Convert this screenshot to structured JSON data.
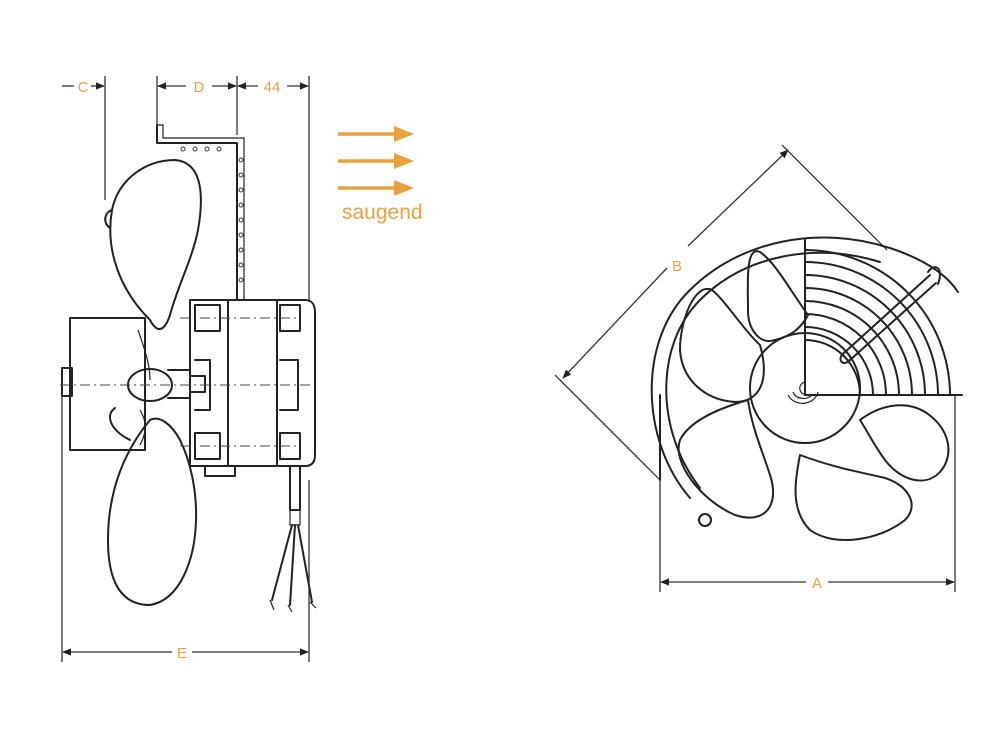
{
  "labels": {
    "dim_c": "C",
    "dim_d": "D",
    "dim_44": "44",
    "dim_e": "E",
    "dim_a": "A",
    "dim_b": "B",
    "airflow": "saugend"
  },
  "colors": {
    "accent": "#E8A13D",
    "line": "#222222"
  }
}
